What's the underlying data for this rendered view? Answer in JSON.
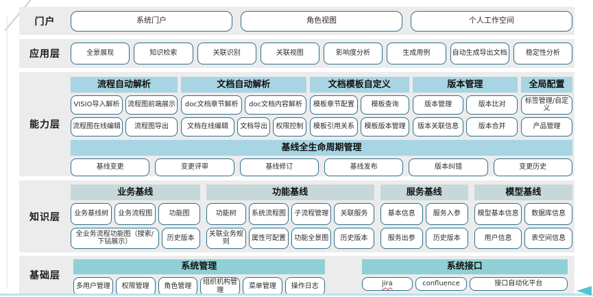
{
  "colors": {
    "band_background": "#ececec",
    "header_blue": "#a7d5e3",
    "header_gray_blue": "#c7d8da",
    "header_teal": "#8ed0d5",
    "button_border": "#2b6e8c",
    "bottom_line": "#b9e3ec",
    "arrow": "#53c5ce"
  },
  "spellcheck_flagged": "jira",
  "layers": {
    "portal": {
      "label": "门户",
      "rows": [
        [
          "系统门户",
          "角色视图",
          "个人工作空间"
        ]
      ]
    },
    "application": {
      "label": "应用层",
      "rows": [
        [
          "全景展现",
          "知识检索",
          "关联识别",
          "关联视图",
          "影响度分析",
          "生成用例",
          "自动生成导出文档",
          "稳定性分析"
        ]
      ]
    },
    "capability": {
      "label": "能力层",
      "groups": [
        {
          "header": "流程自动解析",
          "rows": [
            [
              "VISIO导入解析",
              "流程图前端展示"
            ],
            [
              "流程图在线编辑",
              "流程图导出"
            ]
          ]
        },
        {
          "header": "文档自动解析",
          "rows": [
            [
              "doc文档章节解析",
              "doc文档内容解析"
            ],
            [
              "文档在线编辑",
              "文档导出",
              "权限控制"
            ]
          ]
        },
        {
          "header": "文档模板自定义",
          "rows": [
            [
              "模板章节配置",
              "模板查询"
            ],
            [
              "模板引用关系",
              "模板版本管理"
            ]
          ]
        },
        {
          "header": "版本管理",
          "rows": [
            [
              "版本管理",
              "版本比对"
            ],
            [
              "版本关联信息",
              "版本合并"
            ]
          ]
        },
        {
          "header": "全局配置",
          "rows": [
            [
              "标签管理/自定义"
            ],
            [
              "产品管理"
            ]
          ]
        }
      ],
      "baseline": {
        "header": "基线全生命周期管理",
        "rows": [
          [
            "基线变更",
            "变更评审",
            "基线修订",
            "基线发布",
            "版本纠错",
            "变更历史"
          ]
        ]
      }
    },
    "knowledge": {
      "label": "知识层",
      "groups": [
        {
          "header": "业务基线",
          "rows": [
            [
              "业务基线树",
              "业务流程图",
              "功能图"
            ],
            [
              "全业务流程功能图（搜索/下钻展示）",
              "历史版本"
            ]
          ]
        },
        {
          "header": "功能基线",
          "rows": [
            [
              "功能树",
              "系统流程图",
              "子流程管理",
              "关联服务"
            ],
            [
              "关联业务规则",
              "属性可配置",
              "功能全景图",
              "历史版本"
            ]
          ]
        },
        {
          "header": "服务基线",
          "rows": [
            [
              "基本信息",
              "服务入参"
            ],
            [
              "服务出参",
              "历史版本"
            ]
          ]
        },
        {
          "header": "模型基线",
          "rows": [
            [
              "模型基本信息",
              "数据库信息"
            ],
            [
              "用户信息",
              "表空间信息"
            ]
          ]
        }
      ]
    },
    "base": {
      "label": "基础层",
      "groups": [
        {
          "header": "系统管理",
          "rows": [
            [
              "多用户管理",
              "权限管理",
              "角色管理",
              "组织机构管理",
              "菜单管理",
              "操作日志"
            ]
          ]
        },
        {
          "header": "系统接口",
          "rows": [
            [
              "jira",
              "confluence",
              "接口自动化平台"
            ]
          ]
        }
      ]
    }
  }
}
